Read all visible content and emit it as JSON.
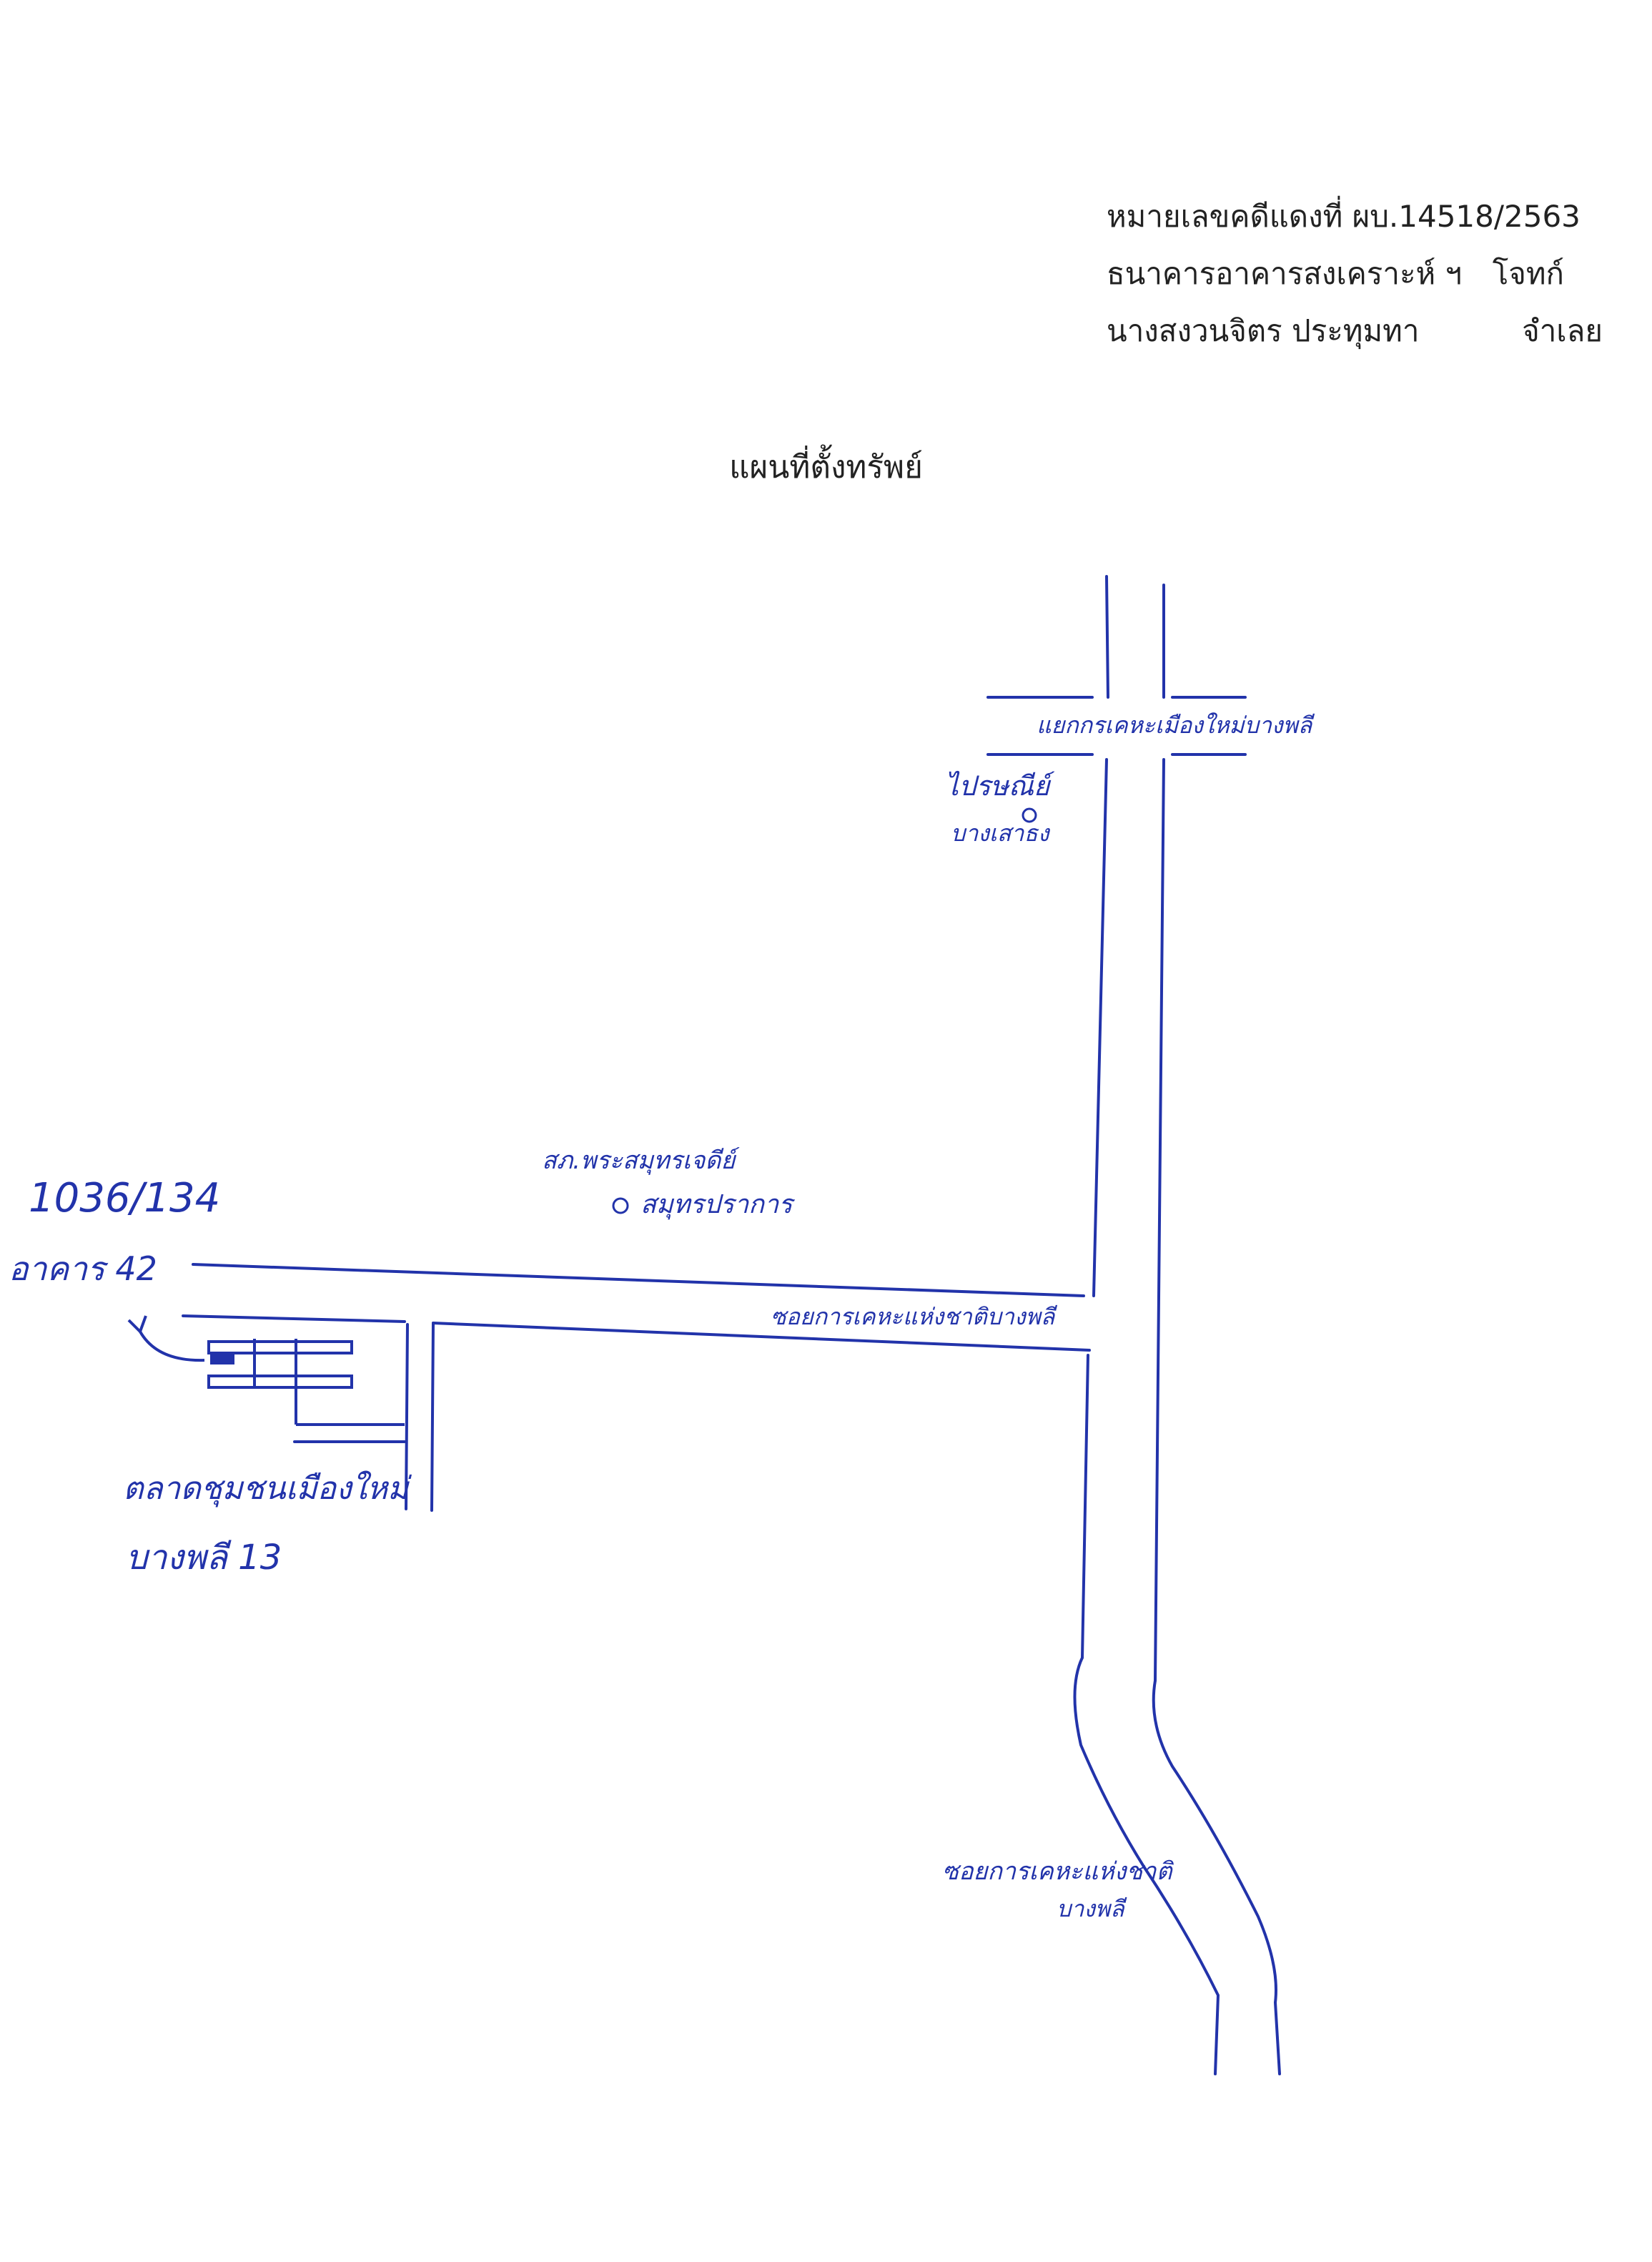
{
  "header": {
    "case_number": "หมายเลขคดีแดงที่ ผบ.14518/2563",
    "plaintiff_name": "ธนาคารอาคารสงเคราะห์ ฯ",
    "plaintiff_role": "โจทก์",
    "defendant_name": "นางสงวนจิตร ประทุมทา",
    "defendant_role": "จำเลย"
  },
  "title": "แผนที่ตั้งทรัพย์",
  "map": {
    "ink_color": "#2233aa",
    "labels": {
      "intersection_top": "แยกกรเคหะเมืองใหม่บางพลี",
      "post_office": "ไปรษณีย์",
      "post_office_sub": "บางเสาธง",
      "police_station": "สภ.พระสมุทรเจดีย์",
      "province": "สมุทรปราการ",
      "soi_upper": "ซอยการเคหะแห่งชาติบางพลี",
      "house_number": "1036/134",
      "building": "อาคาร 42",
      "market": "ตลาดชุมชนเมืองใหม่",
      "market_sub": "บางพลี 13",
      "soi_lower": "ซอยการเคหะแห่งชาติ",
      "soi_lower_sub": "บางพลี"
    }
  }
}
